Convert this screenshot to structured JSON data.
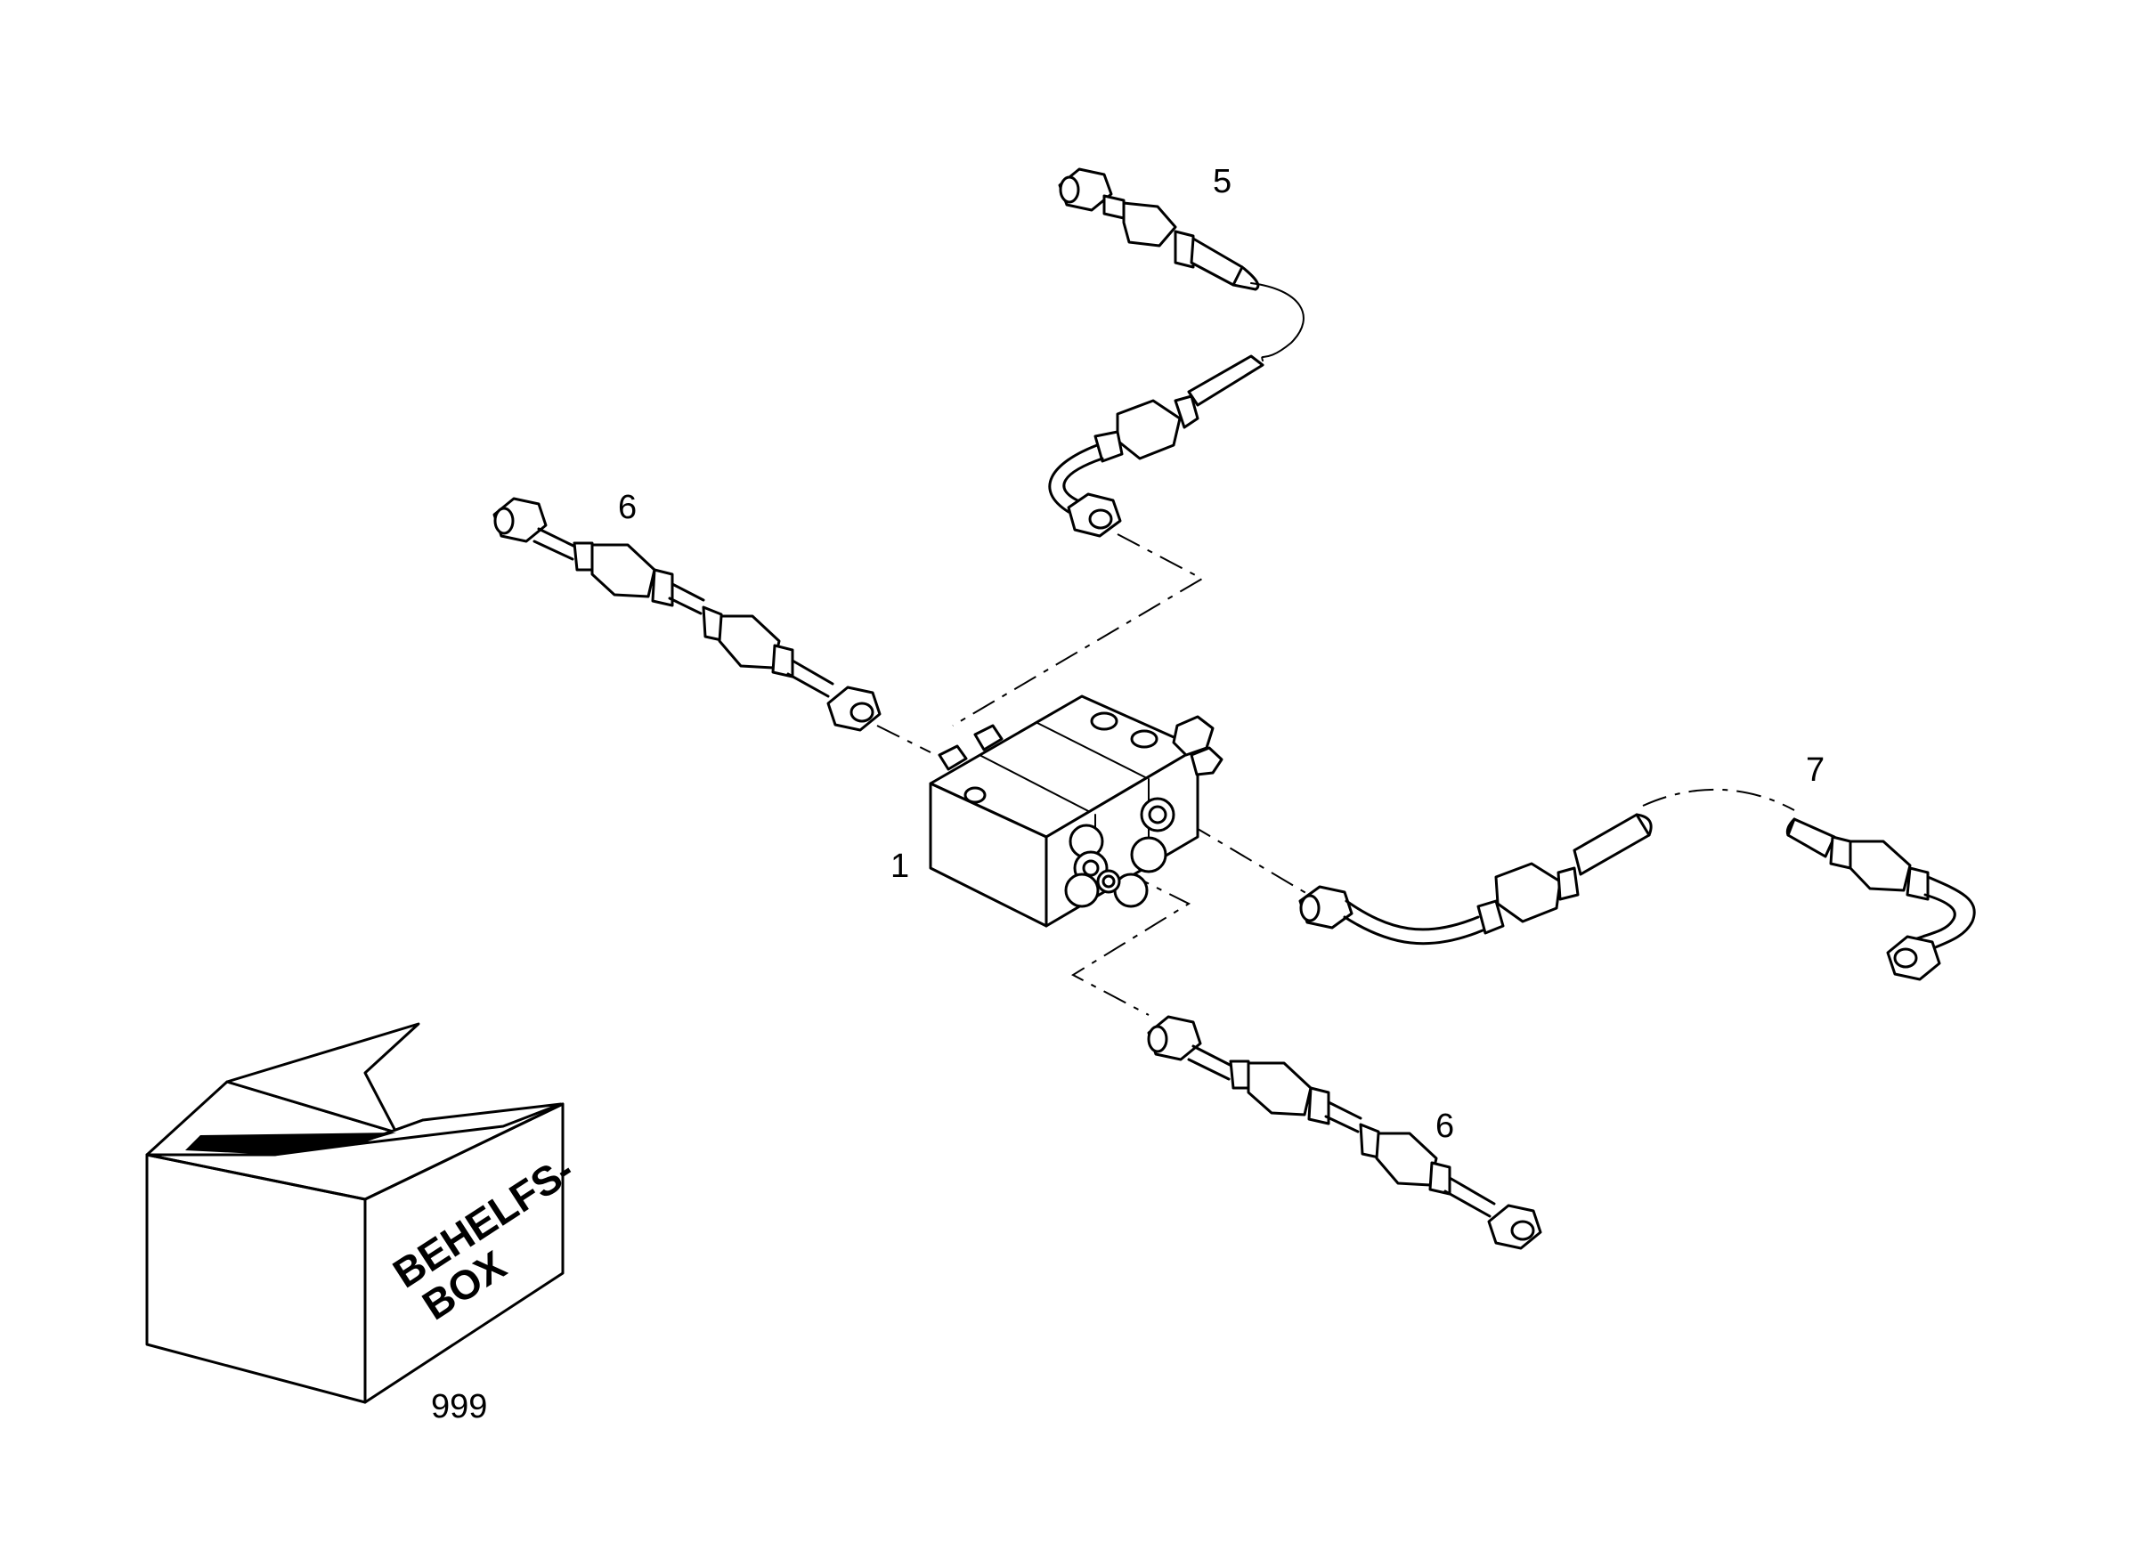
{
  "callouts": {
    "item_1": "1",
    "item_5": "5",
    "item_6_upper": "6",
    "item_6_lower": "6",
    "item_7": "7",
    "item_999": "999"
  },
  "box": {
    "label_line1": "BEHELFS-",
    "label_line2": "BOX"
  }
}
